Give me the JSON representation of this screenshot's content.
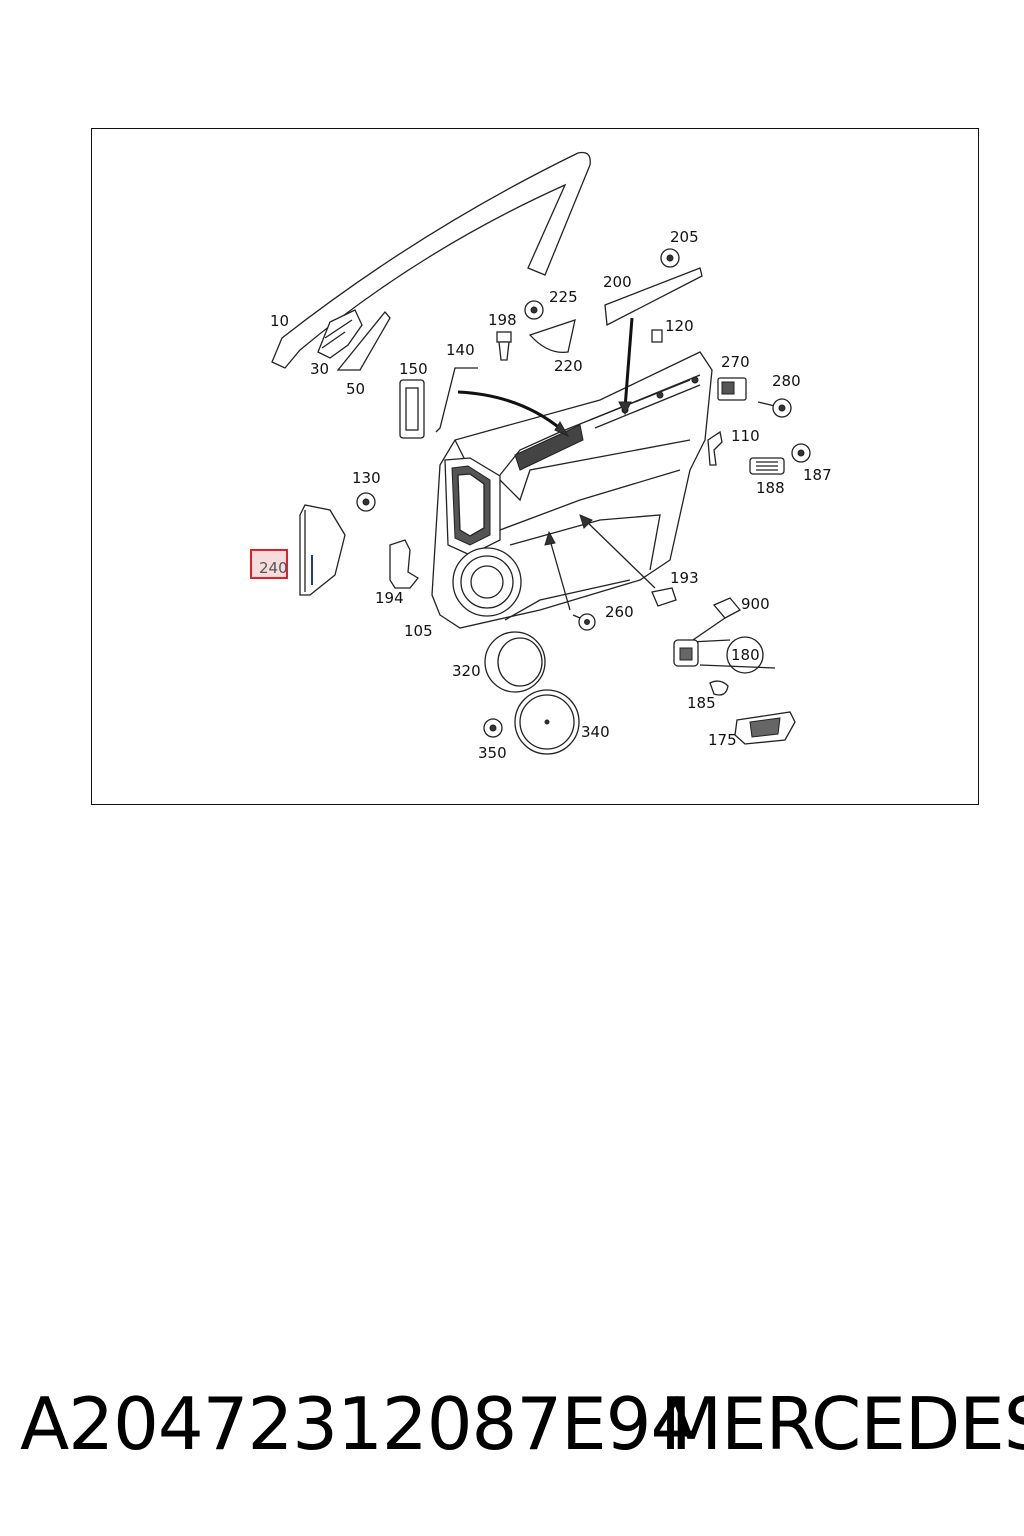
{
  "callouts": [
    {
      "id": "p10",
      "label": "10"
    },
    {
      "id": "p30",
      "label": "30"
    },
    {
      "id": "p50",
      "label": "50"
    },
    {
      "id": "p198",
      "label": "198"
    },
    {
      "id": "p225",
      "label": "225"
    },
    {
      "id": "p205",
      "label": "205"
    },
    {
      "id": "p200",
      "label": "200"
    },
    {
      "id": "p120",
      "label": "120"
    },
    {
      "id": "p140",
      "label": "140"
    },
    {
      "id": "p150",
      "label": "150"
    },
    {
      "id": "p220",
      "label": "220"
    },
    {
      "id": "p270",
      "label": "270"
    },
    {
      "id": "p280",
      "label": "280"
    },
    {
      "id": "p110",
      "label": "110"
    },
    {
      "id": "p130",
      "label": "130"
    },
    {
      "id": "p188",
      "label": "188"
    },
    {
      "id": "p187",
      "label": "187"
    },
    {
      "id": "p240",
      "label": "240"
    },
    {
      "id": "p194",
      "label": "194"
    },
    {
      "id": "p193",
      "label": "193"
    },
    {
      "id": "p900",
      "label": "900"
    },
    {
      "id": "p260",
      "label": "260"
    },
    {
      "id": "p105",
      "label": "105"
    },
    {
      "id": "p180",
      "label": "180"
    },
    {
      "id": "p320",
      "label": "320"
    },
    {
      "id": "p185",
      "label": "185"
    },
    {
      "id": "p340",
      "label": "340"
    },
    {
      "id": "p175",
      "label": "175"
    },
    {
      "id": "p350",
      "label": "350"
    }
  ],
  "highlighted_callout": "240",
  "footer": {
    "part_number": "A20472312087E94",
    "brand": "MERCEDES"
  },
  "colors": {
    "highlight_border": "#e0202a",
    "highlight_fill": "#f6dcdc",
    "line": "#222222"
  }
}
